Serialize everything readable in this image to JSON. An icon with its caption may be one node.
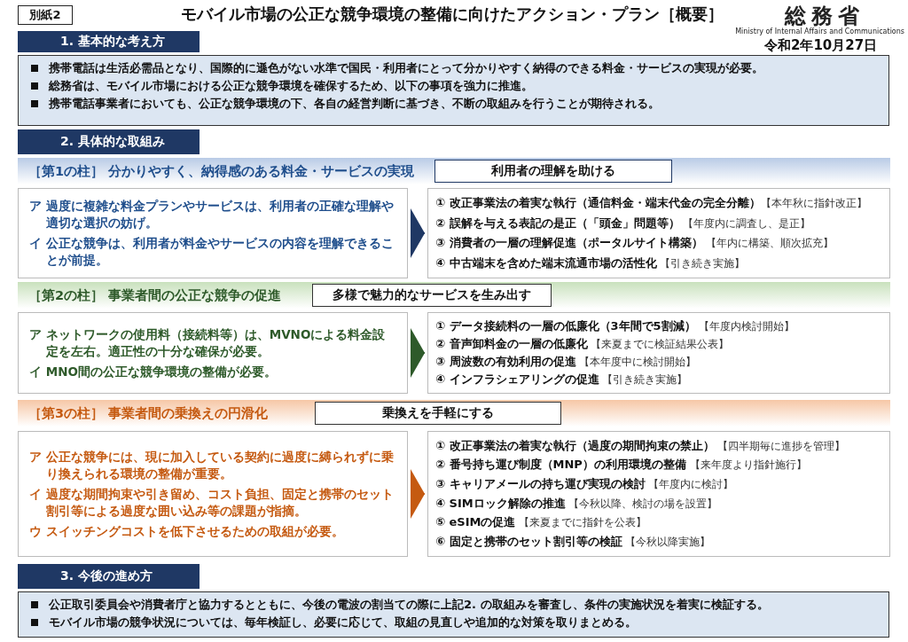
{
  "diagram": {
    "title": "モバイル市場の公正な競争環境の整備に向けたアクション・プラン［概要］",
    "nodes": [
      {
        "text": [
          "別紙2"
        ]
      },
      {
        "text": [
          "1. 基本的な考え方"
        ]
      },
      {
        "text": [
          "携帯電話は生活必需品となり、国際的に遜色がない水準で国民・利用者にとって分かりやすく納得のできる料金・サービスの実現が必要。",
          "総務省は、モバイル市場における公正な競争環境を確保するため、以下の事項を強力に推進。",
          "携帯電話事業者においても、公正な競争環境の下、各自の経営判断に基づき、不断の取組みを行うことが期待される。"
        ]
      },
      {
        "text": [
          "2. 具体的な取組み"
        ]
      },
      {
        "text": [
          "［第1の柱］ 分かりやすく、納得感のある料金・サービスの実現"
        ]
      },
      {
        "text": [
          "利用者の理解を助ける"
        ],
        "in": 4
      },
      {
        "text": [
          "ア 過度に複雑な料金プランやサービスは、利用者の正確な理解や適切な選択の妨げ。",
          "イ 公正な競争は、利用者が料金やサービスの内容を理解できることが前提。"
        ]
      },
      {
        "text": [
          "**① 改正事業法の着実な執行（通信料金・端末代金の完全分離）**【本年秋に指針改正】",
          "**② 誤解を与える表記の是正（「頭金」問題等）** 【年度内に調査し、是正】",
          "**③ 消費者の一層の理解促進（ポータルサイト構築）** 【年内に構築、順次拡充】",
          "**④ 中古端末を含めた端末流通市場の活性化** 【引き続き実施】"
        ]
      },
      {
        "text": [
          "［第2の柱］ 事業者間の公正な競争の促進"
        ]
      },
      {
        "text": [
          "多様で魅力的なサービスを生み出す"
        ],
        "in": 8
      },
      {
        "text": [
          "ア ネットワークの使用料（接続料等）は、MVNOによる料金設定を左右。適正性の十分な確保が必要。",
          "イ MNO間の公正な競争環境の整備が必要。"
        ]
      },
      {
        "text": [
          "**① データ接続料の一層の低廉化（3年間で5割減）** 【年度内検討開始】",
          "**② 音声卸料金の一層の低廉化** 【来夏までに検証結果公表】",
          "**③ 周波数の有効利用の促進** 【本年度中に検討開始】",
          "**④ インフラシェアリングの促進** 【引き続き実施】"
        ]
      },
      {
        "text": [
          "［第3の柱］ 事業者間の乗換えの円滑化"
        ]
      },
      {
        "text": [
          "乗換えを手軽にする"
        ],
        "in": 12
      },
      {
        "text": [
          "ア 公正な競争には、現に加入している契約に過度に縛られずに乗り換えられる環境の整備が重要。",
          "イ 過度な期間拘束や引き留め、コスト負担、固定と携帯のセット割引等による過度な囲い込み等の課題が指摘。",
          "ウ スイッチングコストを低下させるための取組が必要。"
        ]
      },
      {
        "text": [
          "**① 改正事業法の着実な執行（過度の期間拘束の禁止）** 【四半期毎に進捗を管理】",
          "**② 番号持ち運び制度（MNP）の利用環境の整備** 【来年度より指針施行】",
          "**③ キャリアメールの持ち運び実現の検討** 【年度内に検討】",
          "**④ SIMロック解除の推進** 【今秋以降、検討の場を設置】",
          "**⑤ eSIMの促進** 【来夏までに指針を公表】",
          "**⑥ 固定と携帯のセット割引等の検証** 【今秋以降実施】"
        ]
      },
      {
        "text": [
          "3. 今後の進め方"
        ]
      },
      {
        "text": [
          "公正取引委員会や消費者庁と協力するとともに、今後の電波の割当ての際に上記2. の取組みを審査し、条件の実施状況を着実に検証する。",
          "モバイル市場の競争状況については、毎年検証し、必要に応じて、取組の見直しや追加的な対策を取りまとめる。"
        ]
      }
    ],
    "edges": [
      {
        "from": 6,
        "to": 7,
        "arrow": "to"
      },
      {
        "from": 10,
        "to": 11,
        "arrow": "to",
        "color": "#2e5a2a"
      },
      {
        "from": 14,
        "to": 15,
        "arrow": "to",
        "color": "#c55a11"
      }
    ],
    "labels": [
      "総務省",
      "Ministry of Internal Affairs and Communications",
      "令和2年10月27日"
    ]
  }
}
